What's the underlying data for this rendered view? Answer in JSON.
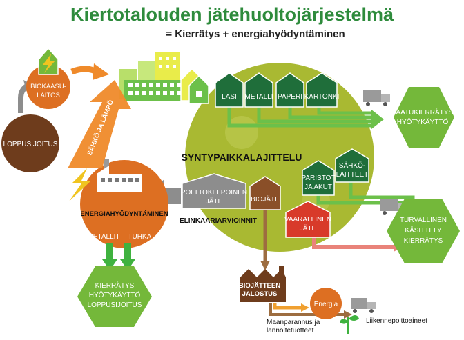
{
  "header": {
    "title": "Kiertotalouden jätehuoltojärjestelmä",
    "subtitle": "= Kierrätys + energiahyödyntäminen"
  },
  "nodes": {
    "loppusijoitus": "LOPPUSIJOITUS",
    "biokaasu_1": "BIOKAASU-",
    "biokaasu_2": "LAITOS",
    "sahko_lampo": "SÄHKÖ JA LÄMPÖ",
    "energiahyodyntaminen": "ENERGIAHYÖDYNTÄMINEN",
    "metallit": "METALLIT",
    "tuhkat": "TUHKAT",
    "kierratys_left_1": "KIERRÄTYS",
    "kierratys_left_2": "HYÖTYKÄYTTÖ",
    "kierratys_left_3": "LOPPUSIJOITUS",
    "syntypaikkalajittelu": "SYNTYPAIKKALAJITTELU",
    "lasi": "LASI",
    "metalli": "METALLI",
    "paperi": "PAPERI",
    "kartonki": "KARTONKI",
    "laatu_1": "LAATUKIERRÄTYS",
    "laatu_2": "HYÖTYKÄYTTÖ",
    "sahkolaitteet_1": "SÄHKÖ-",
    "sahkolaitteet_2": "LAITTEET",
    "paristot_1": "PARISTOT",
    "paristot_2": "JA AKUT",
    "polttokelpoinen_1": "POLTTOKELPOINEN",
    "polttokelpoinen_2": "JÄTE",
    "biojate": "BIOJÄTE",
    "elinkaari": "ELINKAARIARVIOINNIT",
    "vaarallinen_1": "VAARALLINEN",
    "vaarallinen_2": "JÄTE",
    "turvallinen_1": "TURVALLINEN",
    "turvallinen_2": "KÄSITTELY",
    "turvallinen_3": "KIERRÄTYS",
    "biojatteen_1": "BIOJÄTTEEN",
    "biojatteen_2": "JALOSTUS",
    "energia": "Energia",
    "maanparannus_1": "Maanparannus ja",
    "maanparannus_2": "lannoitetuotteet",
    "liikennepolttoaineet": "Liikennepolttoaineet"
  },
  "colors": {
    "title_green": "#2e8b3c",
    "dark_green": "#1f6e3a",
    "light_green": "#74b83a",
    "olive": "#a9b932",
    "orange": "#dd6f22",
    "brown": "#6e3c1c",
    "red": "#d83a2a",
    "grey": "#8d8d8d",
    "yellow": "#f0c420"
  }
}
